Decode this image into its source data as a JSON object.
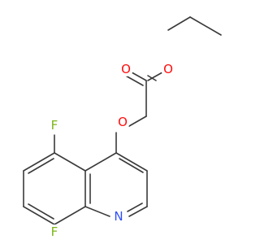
{
  "molecule": {
    "atoms": {
      "O_carbonyl": {
        "symbol": "O",
        "color": "#ff0d0d"
      },
      "O_ester": {
        "symbol": "O",
        "color": "#ff0d0d"
      },
      "O_ether": {
        "symbol": "O",
        "color": "#ff0d0d"
      },
      "F_5": {
        "symbol": "F",
        "color": "#7cb518"
      },
      "F_8": {
        "symbol": "F",
        "color": "#7cb518"
      },
      "N_1": {
        "symbol": "N",
        "color": "#3050f8"
      }
    },
    "bond_color": "#3a3a3a"
  }
}
